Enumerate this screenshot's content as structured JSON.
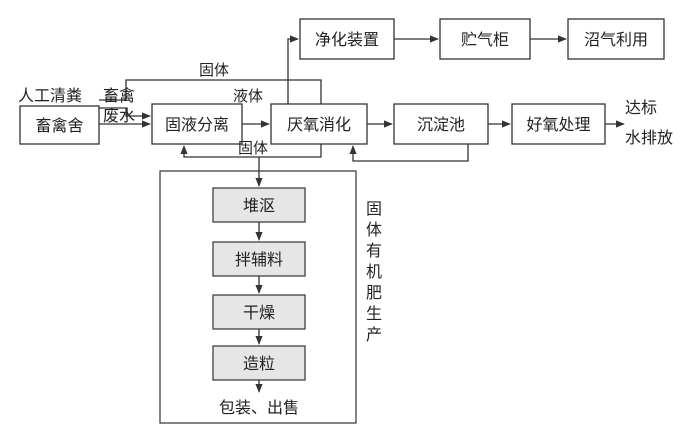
{
  "nodes": {
    "manual_cleaning": "人工清粪",
    "barn": "畜禽舍",
    "wastewater": "畜禽废水",
    "separation": "固液分离",
    "anaerobic": "厌氧消化",
    "purifier": "净化装置",
    "gas_holder": "贮气柜",
    "biogas_use": "沼气利用",
    "sedimentation": "沉淀池",
    "aerobic": "好氧处理",
    "discharge": "达标水排放",
    "composting": "堆沤",
    "mixing": "拌辅料",
    "drying": "干燥",
    "granulation": "造粒",
    "packaging": "包装、出售"
  },
  "edge_labels": {
    "solid_top": "固体",
    "liquid": "液体",
    "solid_bottom": "固体"
  },
  "group_label": "固体有机肥生产"
}
